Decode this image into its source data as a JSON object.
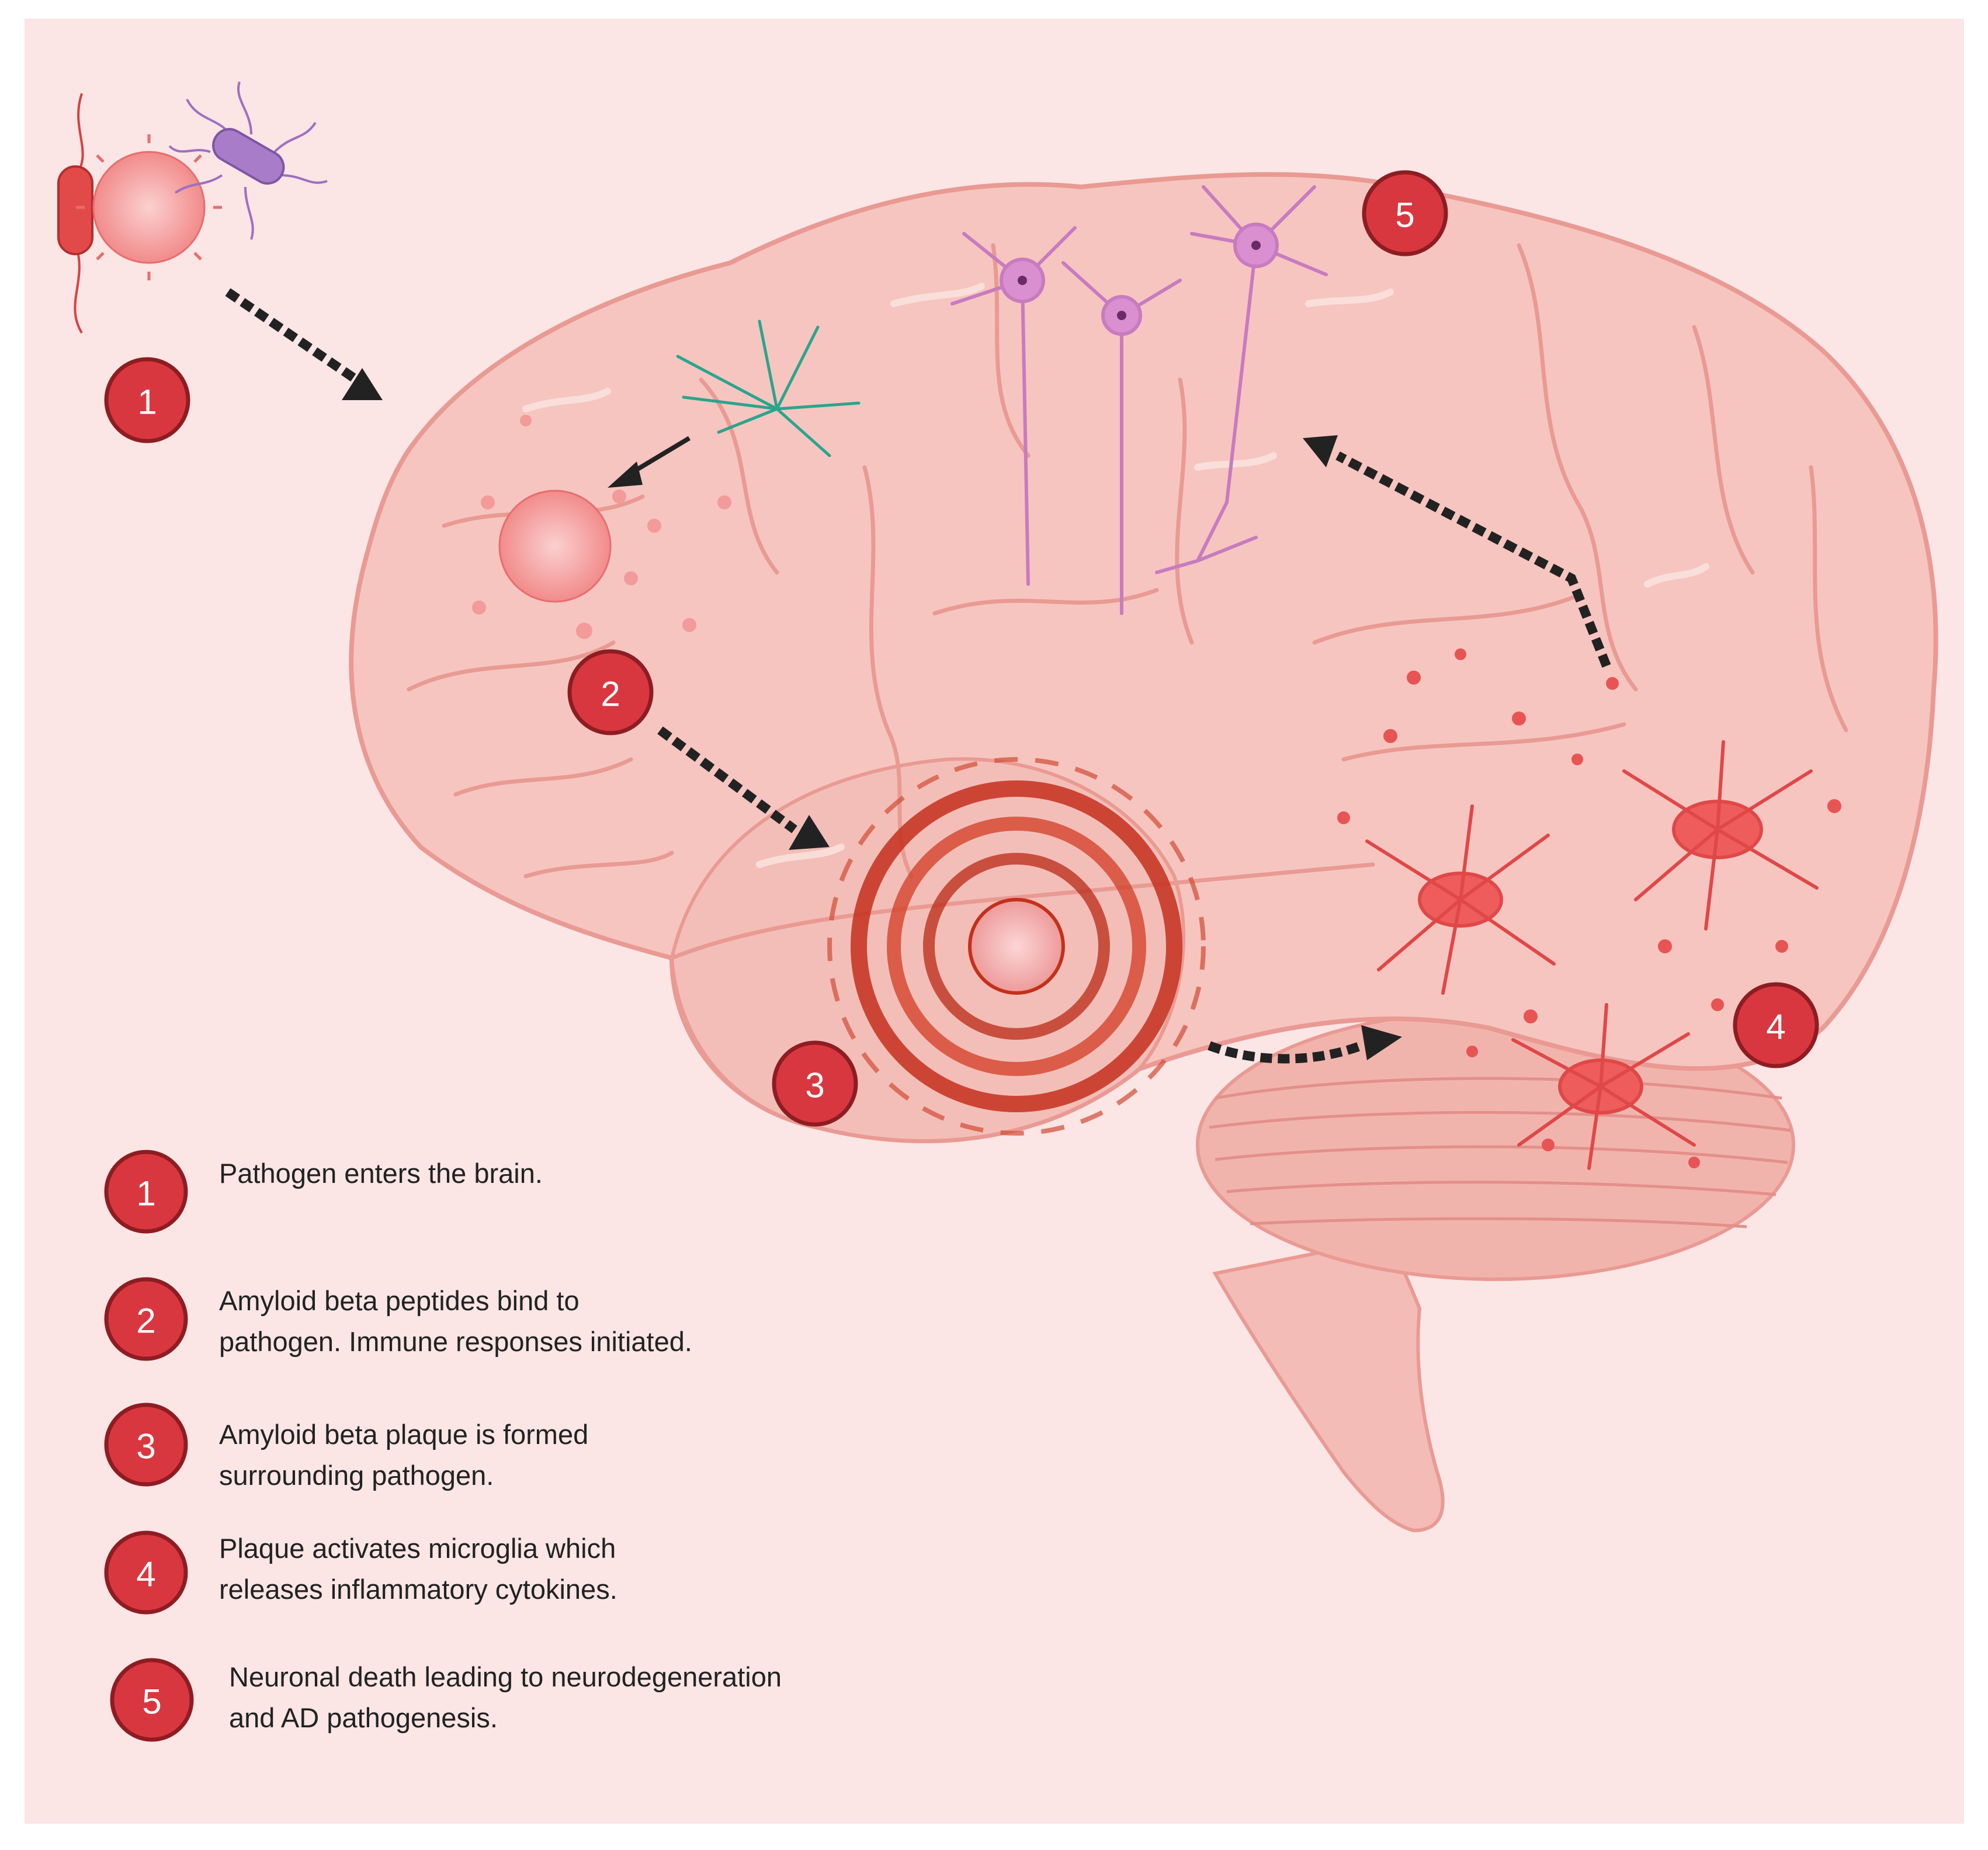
{
  "colors": {
    "background": "#fbe5e5",
    "brain_fill": "#f6c5c0",
    "brain_stroke": "#e99a93",
    "badge_fill": "#d9373f",
    "badge_ring": "#8e1d22",
    "arrow": "#222222",
    "neuron": "#c87bc0",
    "plaque": "#c4301c",
    "microglia": "#ef5c5c",
    "astrocyte": "#2aa58d"
  },
  "diagram_badges": [
    {
      "id": "badge-1",
      "number": "1"
    },
    {
      "id": "badge-2",
      "number": "2"
    },
    {
      "id": "badge-3",
      "number": "3"
    },
    {
      "id": "badge-4",
      "number": "4"
    },
    {
      "id": "badge-5",
      "number": "5"
    }
  ],
  "legend": [
    {
      "number": "1",
      "line1": "Pathogen enters the brain.",
      "line2": ""
    },
    {
      "number": "2",
      "line1": "Amyloid beta peptides bind to",
      "line2": "pathogen. Immune responses initiated."
    },
    {
      "number": "3",
      "line1": "Amyloid beta plaque is formed",
      "line2": "surrounding pathogen."
    },
    {
      "number": "4",
      "line1": "Plaque activates microglia which",
      "line2": "releases inflammatory cytokines."
    },
    {
      "number": "5",
      "line1": "Neuronal death leading to neurodegeneration",
      "line2": "and AD pathogenesis."
    }
  ],
  "icons": [
    "bacterium-icon",
    "virus-icon",
    "flagellated-bacterium-icon",
    "brain-icon",
    "astrocyte-icon",
    "neuron-icon",
    "amyloid-plaque-icon",
    "microglia-icon"
  ]
}
